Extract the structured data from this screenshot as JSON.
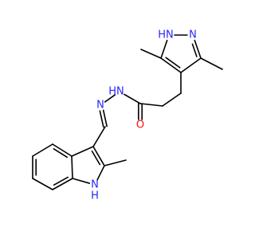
{
  "colors": {
    "background": "#ffffff",
    "bond": "#000000",
    "nitrogen": "#2727ff",
    "oxygen": "#ff0d0d"
  },
  "molecule": {
    "atom_labels": {
      "pyrazole_nh": "HN",
      "pyrazole_n": "N",
      "hydrazide_nh": "HN",
      "hydrazone_n": "N",
      "carbonyl_o": "O",
      "indole_n": "N",
      "indole_h": "H"
    }
  }
}
